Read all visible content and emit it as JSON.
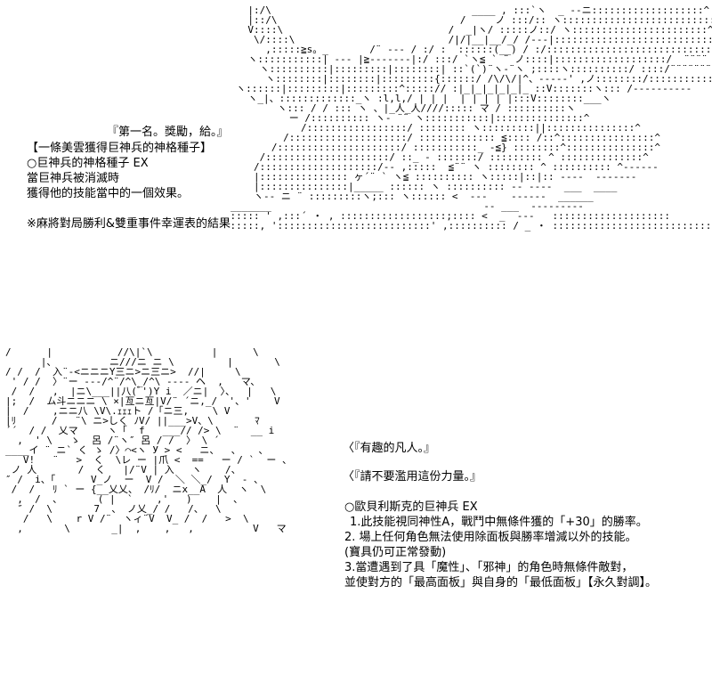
{
  "ascii_art": {
    "top": [
      "                                    |:/\\                                  ____ , :::`ヽ  _ --ニ:::::::::::::::::::^",
      "                                    |::/\\                               /     ノ :::/:: ヽ::::::::::::::::::::::::::::^",
      "                                    V::::\\                            /  _|ヽ/ :::::ノ::/ ヽ:::::::::::::::::::::::^",
      "                                     \\/::::\\                          /|/|__|__/_/ /---|::::::::::::::::::::::::::::^:---",
      "                                       ,:::::≧s。_       /¨ --- / :/ :  ::::::(__) / :/:::::::::::::::::::::::::::::^::::::",
      "                                    ヽ:::::::::::| --- |≧-------|:/ :::/ `ヽ≦ ` ¨ ノ::::|:::::::::::::::::::/  ¨¨¨¨ `ヽ}:::",
      "                                      ヽ::::::::::|:::::::::|::::::::| ::`(`)¨ヽ-¨ヽ ;::::ヽ::::::::::/ ::::/¨¨¨¨¨¨¨¨",
      "                                       ヽ::::::::|::::::::|:::::::::{::::::/ /\\/\\/|^、-----' ,ノ::::::::/:::::::::::",
      "                                  ヽ::::::|:::::::::|:::::::::^:::::// :|_|_|_|_|_|_ ::V:::::::ヽ::: /----------",
      "                                    ヽ_|、:::::::::::::_ヽ :l,l,/ | | |  | | | | |:::V::::::::___ヽ",
      "                                         ヽ::: / / ::: ヽ 、|_人_人////::::: マ / ::::::::::ヽ",
      "                                           ー /:::::::::: ヽ- ¨¨ ヽ:::::::::::|:::::::::::::::^",
      "                                             /:::::::::::::::::/ :::::::: ヽ:::::::::||:::::::::::::::^",
      "                                          /::::::::::::::::::::/ ::::::::::::: ≦:::: /::^::::::::::::::::^",
      "                                        /:::::::::::::::::::::/ :::::::::::_ -≦} ::::::::^:::::::::::::::^",
      "                                      /:::::::::::::::::::::/ ::_ - :::::::/ ::::::::: ^ ::::::::::::::^",
      "                                     /::::::::::::::::::::/-- ,:::::  ≦¨¨ ヽ :::::::: ^ :::::::::: ^------",
      "                                     |::::::::::::::: ヶ´¨ ` ヽ≦ :::::::::: ヽ:::::|::|:: ----  -------",
      "                                     |:::::::::::::::|_____ :::::: ヽ :::::::::: -- ----  ___  ____",
      "                                     ヽ-- ニ ¨ :::::::::ヽ;::: ヽ:::::: <  ---    ------  ______",
      "            ____________________________                                    -- ___  ---------",
      "        _ <  ::::::::::::::::::::::::: ' ,:::´ ・ , ::::::::::::::::::;:::: <  _  ---   ::::::::::::::::::::",
      "      _<¨ ::::::::::::::::::::::::::::, '::::::::::::::::::::::::::' ,:::::::::: / _ ・ ::::::::::::::::::::::::::::"
    ],
    "bottom": [
      "/      |           //\\|`\\          |      \\",
      "      |、         ニ///ニ ニ \\         |       \\",
      "/ /  /  入¨-<ニニニY三ニ>ニ三ニ>  //|     \\",
      " ' / /  〉¨ー ---/^¨/^\\_/^\\ ---- ヘ  ,   マ、",
      " /  /   ,  |ニ\\___||八(ﾞ')Y i  ／ニ|  〉、  |   \\",
      "|;  /  ム斗ニニニ \\ ×|亙ニ亙|V/¨ ´ニ,_/  '、'    V",
      "|  /    ,ニニ八 \\V\\.ｪｪｪト /「ニ三,    \\ V",
      "|ﾘ      /   ¨\\ ニ>しく ﾉV/ ||___>V、\\       ﾏ",
      "´´  / /  乂マ     ヽ「  f   ___// /> \\  ¨  __ i",
      "  ,  ' \\   ゝ  呂 /¨ヽ″ 呂 / /  〉 \\ ´   ",
      "____イ ¨ ニ` く ゝ /〉⌒<ヽ У > <   ニ、  、   、",
      "   V!   ¨   >  く  \\レ ー |爪 <  ==   ー / `  ー 、",
      " ノ 人       /  く   |/¨V | 入   ヽ    /、",
      "″ /  i、「      V_ノ  ー  V /  ＼ ＼_/  Y  - 、",
      " /  /   ﾘ ` ー {__乂乂、 /ﾘ/  ニx__A  人  ヽ  \\",
      "  ,  /  、      ( |  `    ,'   )    |  、   ",
      "  ″ /  \\       7  、 ノ乂_/ /   /、  \\",
      "   /   \\    r V /¨  ヽィ¨V  V_ /  /   >  \\",
      "  ,       \\       _|  ,    ,   ,          V   マ"
    ]
  },
  "top_text": {
    "caption": "『第一名。獎勵，給。』",
    "lines": [
      "【一條美雲獲得巨神兵的神格種子】",
      "○巨神兵的神格種子 EX",
      "當巨神兵被消滅時",
      "獲得他的技能當中的一個效果。",
      "",
      "※麻將對局勝利&雙重事件幸運表的結果"
    ]
  },
  "bottom_text": {
    "quote1": "〈『有趣的凡人。』",
    "quote2": "〈『請不要濫用這份力量。』",
    "skill_title": "○歐貝利斯克的巨神兵 EX",
    "skill_lines": [
      "1.此技能視同神性A，戰鬥中無條件獲的「+30」的勝率。",
      "2. 場上任何角色無法使用除面板與勝率增減以外的技能。",
      "(寶具仍可正常發動)",
      "3.當遭遇到了具「魔性」、「邪神」的角色時無條件敵對，",
      "並使對方的「最高面板」與自身的「最低面板」【永久對調】。"
    ]
  }
}
